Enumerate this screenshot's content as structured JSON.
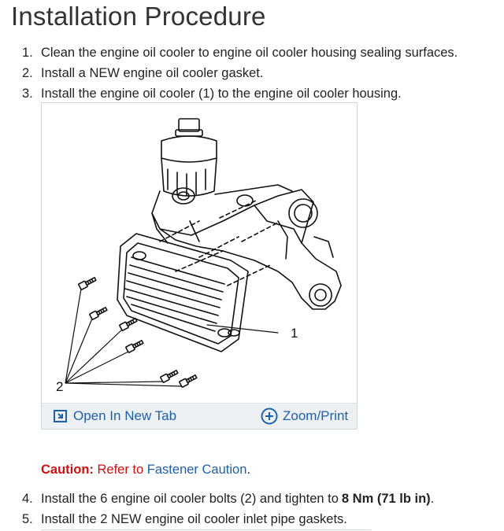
{
  "page": {
    "title": "Installation Procedure"
  },
  "steps_before": [
    {
      "num": "1.",
      "text": "Clean the engine oil cooler to engine oil cooler housing sealing surfaces."
    },
    {
      "num": "2.",
      "text": "Install a NEW engine oil cooler gasket."
    },
    {
      "num": "3.",
      "text": "Install the engine oil cooler (1) to the engine oil cooler housing."
    }
  ],
  "figure": {
    "callouts": [
      "1",
      "2"
    ],
    "open_tab_label": "Open In New Tab",
    "zoom_label": "Zoom/Print",
    "open_tab_icon": "open-new-tab-icon",
    "zoom_icon": "plus-circle-icon"
  },
  "caution": {
    "label": "Caution:",
    "text": "Refer to",
    "link": "Fastener Caution",
    "end": "."
  },
  "steps_after": [
    {
      "num": "4.",
      "text": "Install the 6 engine oil cooler bolts (2) and tighten to",
      "torque": "8 Nm (71 lb in)",
      "end": "."
    },
    {
      "num": "5.",
      "text": "Install the 2 NEW engine oil cooler inlet pipe gaskets."
    }
  ],
  "colors": {
    "link": "#1f5fa8",
    "caution": "#cc1111"
  }
}
